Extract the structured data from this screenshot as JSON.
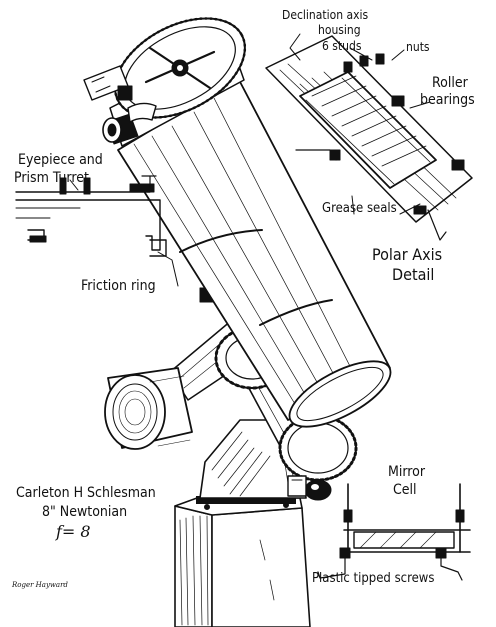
{
  "labels": {
    "declination": "Declination axis",
    "housing": "housing",
    "studs": "6 studs",
    "nuts": "nuts",
    "roller": "Roller",
    "bearings": "bearings",
    "grease": "Grease seals",
    "polar": "Polar Axis",
    "detail": "Detail",
    "eyepiece": "Eyepiece and",
    "prism": "Prism Turret",
    "friction": "Friction ring",
    "name": "Carleton H Schlesman",
    "model": "8\" Newtonian",
    "focal": "f= 8",
    "mirror": "Mirror",
    "cell": "Cell",
    "plastic": "Plastic tipped screws",
    "signature": "Roger Hayward"
  }
}
